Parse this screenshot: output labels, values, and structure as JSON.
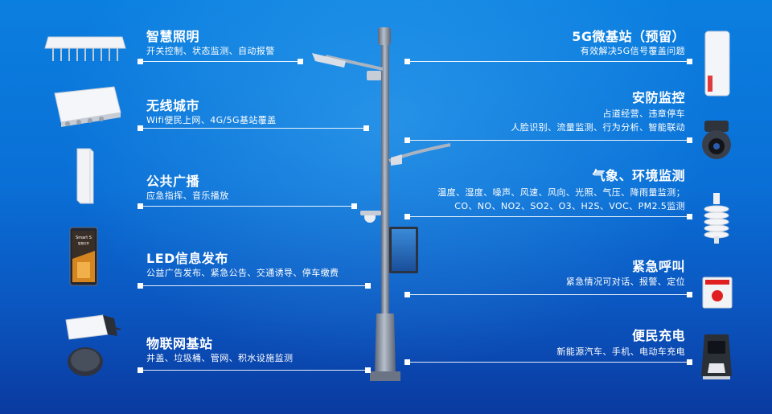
{
  "left": [
    {
      "title": "智慧照明",
      "lines": [
        "开关控制、状态监测、自动报警"
      ],
      "icon": "street-light-module-icon"
    },
    {
      "title": "无线城市",
      "lines": [
        "Wifi便民上网、4G/5G基站覆盖"
      ],
      "icon": "wireless-access-point-icon"
    },
    {
      "title": "公共广播",
      "lines": [
        "应急指挥、音乐播放"
      ],
      "icon": "column-speaker-icon"
    },
    {
      "title": "LED信息发布",
      "lines": [
        "公益广告发布、紧急公告、交通诱导、停车缴费"
      ],
      "icon": "led-display-icon"
    },
    {
      "title": "物联网基站",
      "lines": [
        "井盖、垃圾桶、管网、积水设施监测"
      ],
      "icon": "iot-gateway-icon"
    }
  ],
  "right": [
    {
      "title": "5G微基站（预留）",
      "lines": [
        "有效解决5G信号覆盖问题"
      ],
      "icon": "5g-micro-station-icon"
    },
    {
      "title": "安防监控",
      "lines": [
        "占道经营、违章停车",
        "人脸识别、流量监测、行为分析、智能联动"
      ],
      "icon": "dome-camera-icon"
    },
    {
      "title": "气象、环境监测",
      "lines": [
        "温度、湿度、噪声、风速、风向、光照、气压、降雨量监测；",
        "CO、NO、NO2、SO2、O3、H2S、VOC、PM2.5监测"
      ],
      "icon": "weather-sensor-icon"
    },
    {
      "title": "紧急呼叫",
      "lines": [
        "紧急情况可对话、报警、定位"
      ],
      "icon": "emergency-call-button-icon"
    },
    {
      "title": "便民充电",
      "lines": [
        "新能源汽车、手机、电动车充电"
      ],
      "icon": "ev-charger-icon"
    }
  ],
  "devices": {
    "led_screen_text": "Smart S",
    "led_screen_subtext": "智慧灯杆"
  },
  "colors": {
    "background_top": "#0b7fe0",
    "background_bottom": "#0a3aa0",
    "text": "#ffffff",
    "pole": "#8a93a3",
    "emergency_red": "#e02020"
  }
}
